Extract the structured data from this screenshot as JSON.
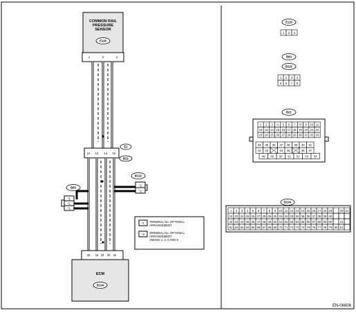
{
  "sensor": {
    "title": [
      "COMMON RAIL",
      "PRESSURE",
      "SENSOR"
    ],
    "connector": "E126"
  },
  "ecm": {
    "title": "ECM",
    "connector": "B134"
  },
  "junctions": {
    "e2": "E2",
    "b21": "B21",
    "b83": "B83",
    "b122": "B122"
  },
  "pins": {
    "sensor": [
      "1",
      "2",
      "3"
    ],
    "e2_b21": [
      "12",
      "13",
      "14",
      "15"
    ],
    "b122": [
      "*2",
      "*2"
    ],
    "b83": [
      "*1",
      "*1",
      "*1"
    ],
    "ecm": [
      "28",
      "16",
      "18",
      "30",
      "32"
    ]
  },
  "legend": [
    {
      "key": "*1",
      "lines": [
        "TERMINAL No. OPTIONAL",
        "ARRANGEMENT"
      ]
    },
    {
      "key": "*2",
      "lines": [
        "TERMINAL No. OPTIONAL",
        "ARRANGEMENT",
        "AMONG 1, 2, 5 AND 6"
      ]
    }
  ],
  "connector_views": {
    "e126": {
      "label": "E126",
      "rows": [
        [
          "1",
          "2",
          "3"
        ]
      ]
    },
    "b83_b122": {
      "labels": [
        "B83",
        "B122"
      ],
      "rows": [
        [
          "1",
          "2",
          "3",
          "4"
        ],
        [
          "5",
          "6",
          "7",
          "8"
        ]
      ]
    },
    "b21": {
      "label": "B21",
      "top_rows": [
        [
          "1",
          "2",
          "3",
          "4",
          "5",
          "6",
          "7",
          "8",
          "9",
          "10",
          "11"
        ],
        [
          "12",
          "13",
          "14",
          "15",
          "16",
          "17",
          "18",
          "19",
          "20",
          "21",
          "22"
        ],
        [
          "23",
          "24",
          "25",
          "26",
          "27",
          "28",
          "29",
          "30",
          "31",
          "32",
          "33"
        ]
      ],
      "bottom_rows": [
        [
          "34",
          "35",
          "36",
          "37",
          "38",
          "39",
          "40",
          "41"
        ],
        [
          "42",
          "43",
          "",
          "44",
          "45",
          "",
          "46",
          "47"
        ],
        [
          "48",
          "49",
          "50",
          "51",
          "52",
          "53",
          "54"
        ]
      ]
    },
    "b134": {
      "label": "B134",
      "rows": [
        [
          "1",
          "2",
          "3",
          "4",
          "5",
          "6",
          "7",
          "8",
          "9",
          "10",
          "11",
          "12",
          "13",
          "14",
          "15",
          "16",
          "17",
          "18",
          "19",
          "",
          "20",
          "21"
        ],
        [
          "22",
          "23",
          "24",
          "25",
          "26",
          "27",
          "28",
          "29",
          "30",
          "31",
          "32",
          "33",
          "34",
          "35",
          "36",
          "37",
          "38",
          "39",
          "40",
          "",
          "",
          ""
        ],
        [
          "42",
          "43",
          "44",
          "45",
          "46",
          "47",
          "48",
          "49",
          "50",
          "51",
          "52",
          "53",
          "54",
          "55",
          "56",
          "57",
          "58",
          "59",
          "60",
          "",
          "41",
          ""
        ],
        [
          "61",
          "62",
          "63",
          "64",
          "65",
          "66",
          "67",
          "68",
          "69",
          "70",
          "71",
          "72",
          "73",
          "74",
          "75",
          "76",
          "77",
          "78",
          "79",
          "80",
          "81",
          ""
        ]
      ]
    }
  },
  "footer": "EN-06606"
}
